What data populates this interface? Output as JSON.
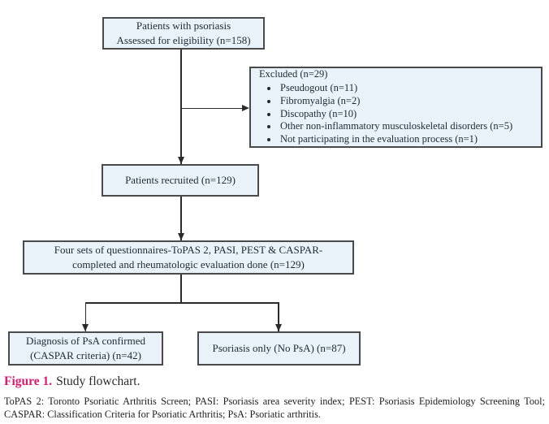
{
  "colors": {
    "box_fill": "#e8f2f8",
    "box_border": "#4a4a4a",
    "line": "#2b2b2b",
    "caption_accent": "#d81b6f",
    "text": "#1f2a33"
  },
  "flowchart": {
    "eligibility_box": {
      "line1": "Patients with psoriasis",
      "line2": "Assessed for eligibility (n=158)"
    },
    "excluded_box": {
      "title": "Excluded (n=29)",
      "items": [
        "Pseudogout (n=11)",
        "Fibromyalgia (n=2)",
        "Discopathy (n=10)",
        "Other non-inflammatory musculoskeletal disorders (n=5)",
        "Not participating in the evaluation process (n=1)"
      ]
    },
    "recruited_box": {
      "text": "Patients recruited (n=129)"
    },
    "questionnaire_box": {
      "line1": "Four sets of questionnaires-ToPAS 2, PASI, PEST & CASPAR-",
      "line2": "completed and rheumatologic evaluation done (n=129)"
    },
    "psa_confirmed_box": {
      "line1": "Diagnosis of PsA confirmed",
      "line2": "(CASPAR criteria) (n=42)"
    },
    "psoriasis_only_box": {
      "text": "Psoriasis only (No PsA) (n=87)"
    }
  },
  "caption": {
    "label": "Figure 1.",
    "text": "Study flowchart."
  },
  "footnote": "ToPAS 2: Toronto Psoriatic Arthritis Screen; PASI: Psoriasis area severity index; PEST: Psoriasis Epidemiology Screening Tool; CASPAR: Classification Criteria for Psoriatic Arthritis; PsA: Psoriatic arthritis."
}
